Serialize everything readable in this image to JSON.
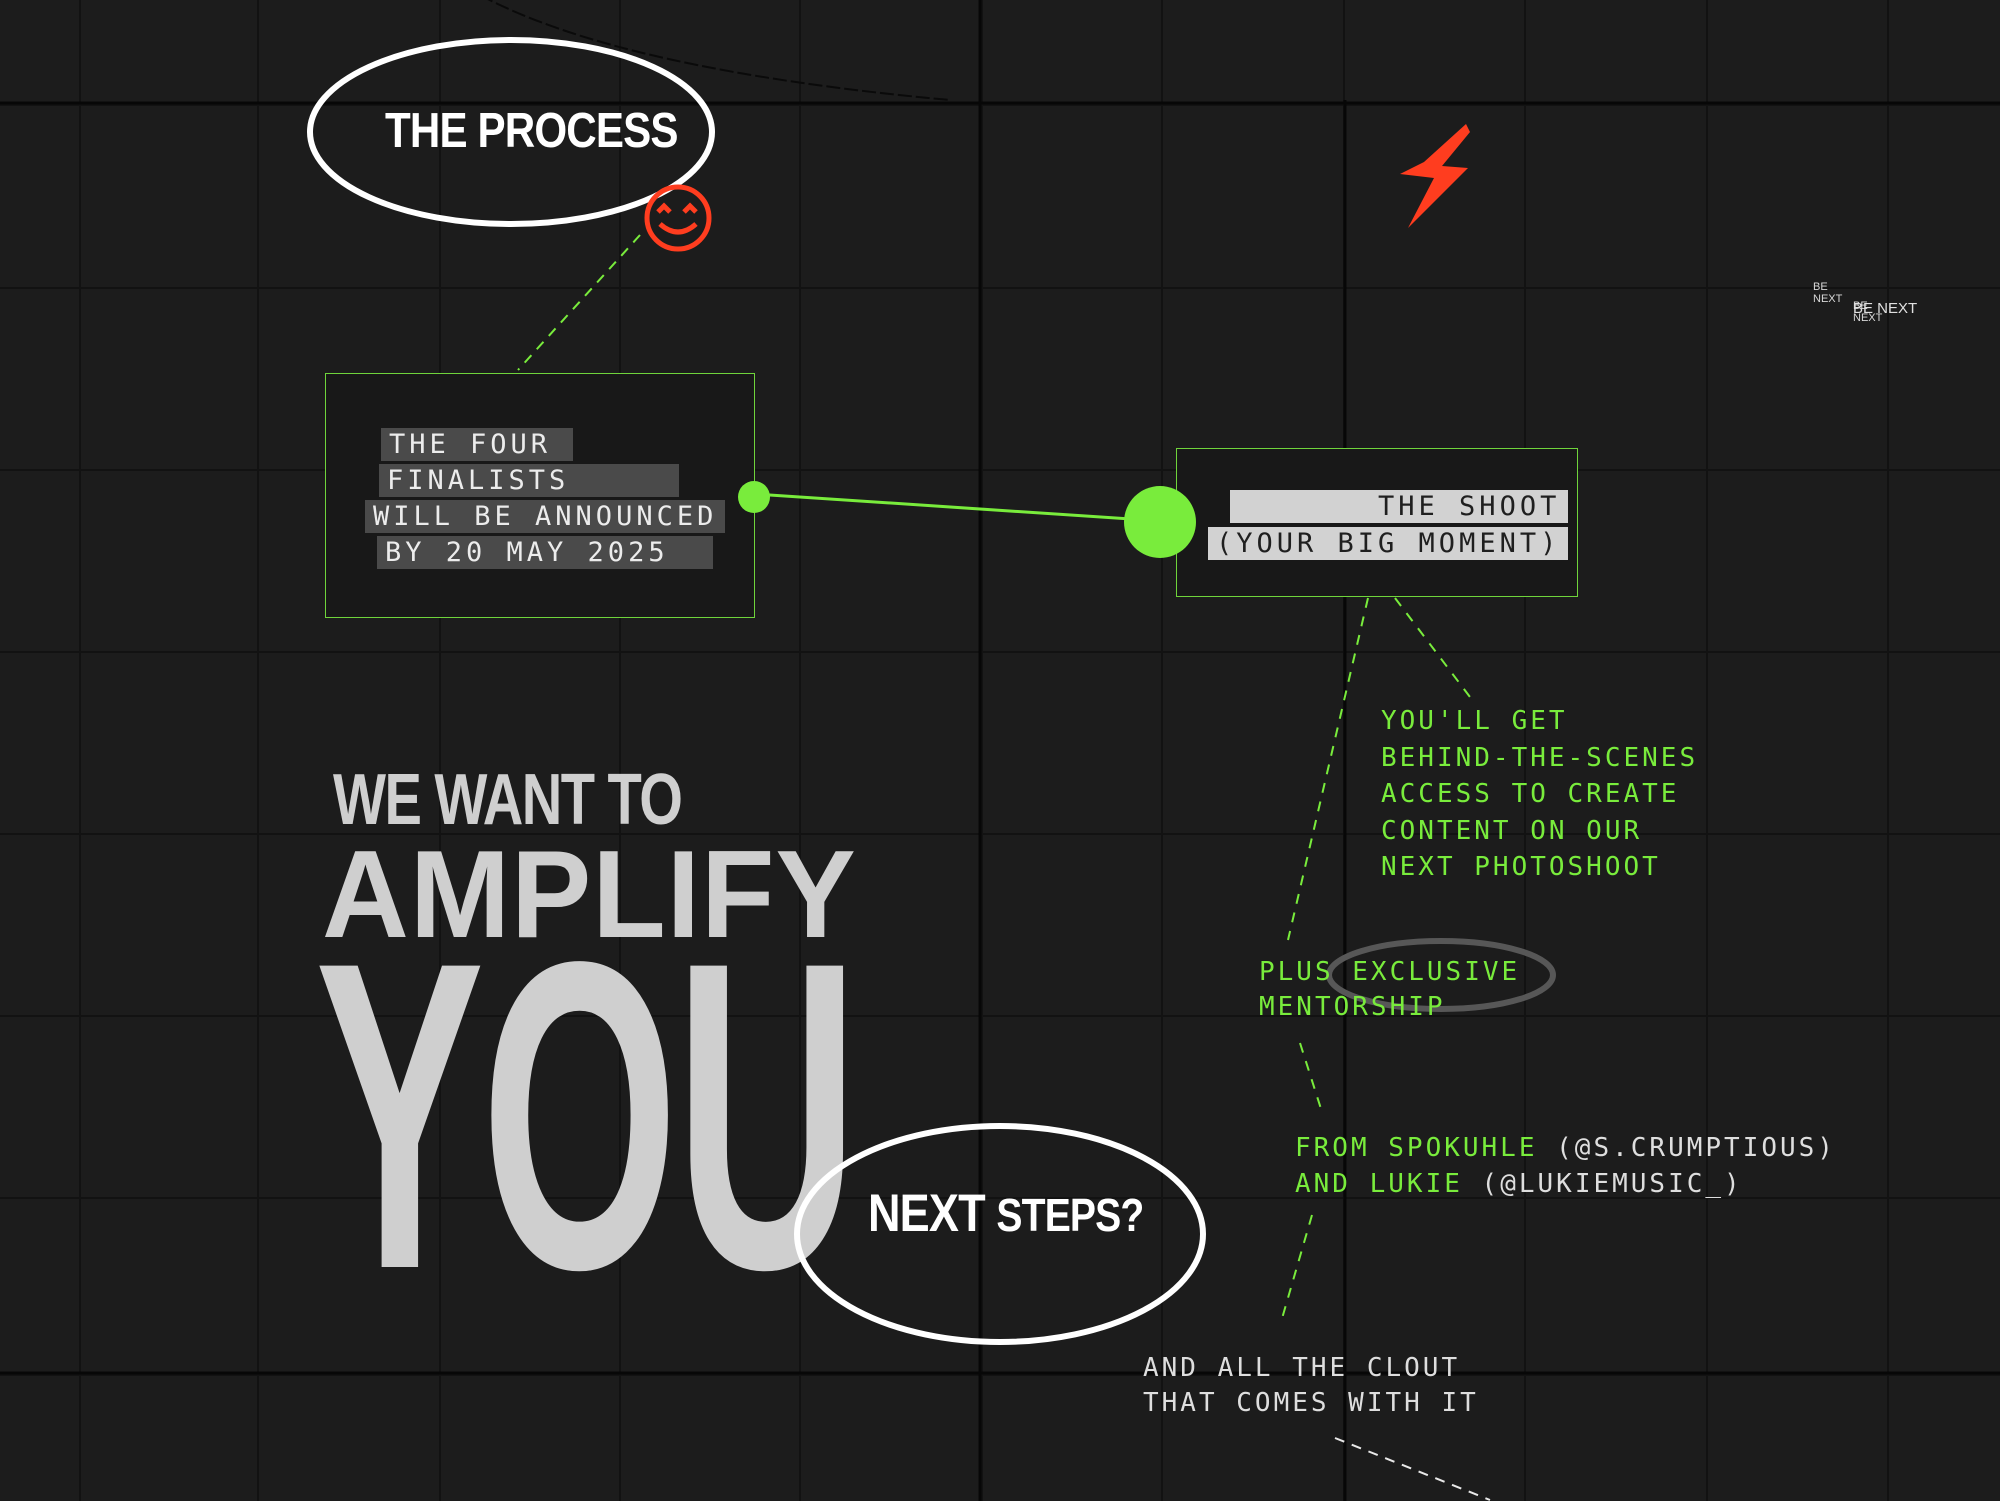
{
  "process_label": "THE PROCESS",
  "finalists_card": {
    "lines": [
      "THE FOUR",
      "FINALISTS",
      "WILL BE ANNOUNCED",
      "BY 20 MAY 2025"
    ]
  },
  "shoot_card": {
    "line1": "THE SHOOT",
    "line2": "(YOUR BIG MOMENT)"
  },
  "behind_scenes": {
    "lines": [
      "YOU'LL GET",
      "BEHIND-THE-SCENES",
      "ACCESS TO CREATE",
      "CONTENT ON OUR",
      "NEXT PHOTOSHOOT"
    ]
  },
  "mentorship": {
    "word1": "PLUS",
    "word2": "EXCLUSIVE",
    "line2": "MENTORSHIP"
  },
  "mentors": {
    "line1_a": "FROM SPOKUHLE",
    "line1_b": "(@S.CRUMPTIOUS)",
    "line2_a": "AND LUKIE",
    "line2_b": "(@LUKIEMUSIC_)"
  },
  "clout": {
    "line1": "AND ALL THE CLOUT",
    "line2": "THAT COMES WITH IT"
  },
  "headline": {
    "line1": "WE WANT TO",
    "line2": "AMPLIFY",
    "line3": "YOU"
  },
  "next_steps": {
    "word1": "NEXT",
    "word2": "STEPS?"
  },
  "be_next": {
    "small_1": "BE",
    "small_2": "NEXT",
    "overlap_1": "BE",
    "overlap_2": "NEXT",
    "large": "BE NEXT"
  },
  "colors": {
    "background": "#1c1c1c",
    "grid": "#0e0e0e",
    "accent_green": "#79ec3c",
    "accent_red": "#ff3d1f",
    "outline_white": "#ffffff"
  },
  "icons": {
    "smiley": "smiley-face-icon",
    "lightning": "lightning-bolt-icon"
  }
}
